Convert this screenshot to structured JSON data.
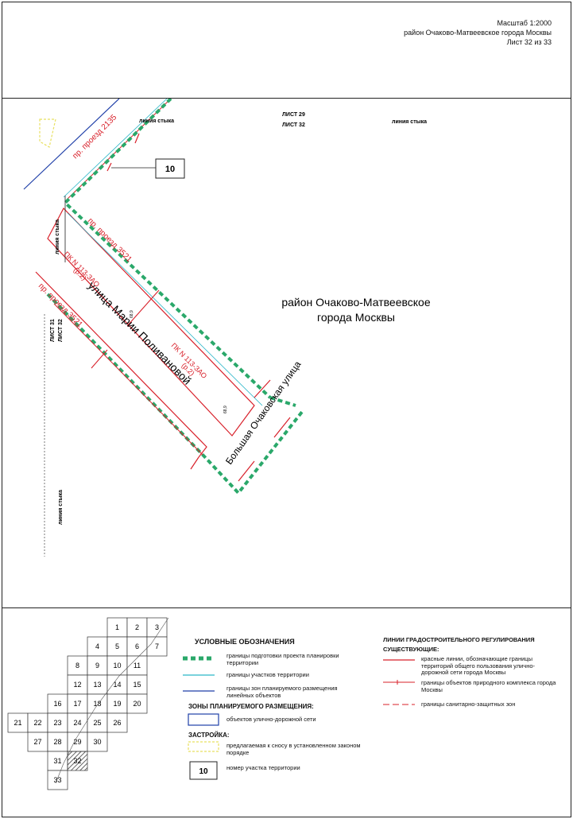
{
  "header": {
    "scale": "Масштаб 1:2000",
    "district": "район Очаково-Матвеевское города Москвы",
    "sheet": "Лист 32 из 33"
  },
  "map": {
    "sheet_29": "ЛИСТ 29",
    "sheet_32_top": "ЛИСТ 32",
    "junction_top_left": "линия стыка",
    "junction_top_right": "линия стыка",
    "junction_left_1": "линия стыка",
    "junction_left_2": "линия стыка",
    "sheet_31_left": "ЛИСТ 31",
    "sheet_32_left": "ЛИСТ 32",
    "plot_number": "10",
    "area_label_1": "район Очаково-Матвеевское",
    "area_label_2": "города Москвы",
    "street_polivanova": "улица Марии Поливановой",
    "street_ochakovskaya": "Большая Очаковская улица",
    "proezd_2135": "пр. проезд 2135",
    "proezd_3521_a": "пр. проезд 3521",
    "proezd_3521_b": "пр. проезд 3521",
    "pk_1": "ПК N 113-ЗАО",
    "pk_1b": "(р.2)",
    "pk_2": "ПК N 113-ЗАО",
    "pk_2b": "(р.2)",
    "dim_1": "68,9",
    "dim_2": "68,9"
  },
  "index_grid": [
    "1",
    "2",
    "3",
    "4",
    "5",
    "6",
    "7",
    "8",
    "9",
    "10",
    "11",
    "12",
    "13",
    "14",
    "15",
    "16",
    "17",
    "18",
    "19",
    "20",
    "21",
    "22",
    "23",
    "24",
    "25",
    "26",
    "27",
    "28",
    "29",
    "30",
    "31",
    "32",
    "33"
  ],
  "legend": {
    "title": "УСЛОВНЫЕ ОБОЗНАЧЕНИЯ",
    "item_1": "границы подготовки проекта планировки территории",
    "item_2": "границы участков территории",
    "item_3": "границы зон планируемого размещения линейных объектов",
    "zones_title": "ЗОНЫ ПЛАНИРУЕМОГО РАЗМЕЩЕНИЯ:",
    "zone_1": "объектов улично-дорожной сети",
    "buildings_title": "ЗАСТРОЙКА:",
    "building_1": "предлагаемая к сносу в установленном законом порядке",
    "plot_label_value": "10",
    "plot_label": "номер участка территории",
    "reg_title": "ЛИНИИ ГРАДОСТРОИТЕЛЬНОГО РЕГУЛИРОВАНИЯ",
    "existing": "СУЩЕСТВУЮЩИЕ:",
    "reg_1": "красные линии, обозначающие границы территорий общего пользования улично-дорожной сети города Москвы",
    "reg_2": "границы объектов природного комплекса города Москвы",
    "reg_3": "границы санитарно-защитных зон"
  },
  "colors": {
    "green_dash": "#2aa86a",
    "red_line": "#d8202a",
    "blue_line": "#1f3fa8",
    "cyan_line": "#2ab6c8",
    "yellow_dash": "#e8e060"
  }
}
